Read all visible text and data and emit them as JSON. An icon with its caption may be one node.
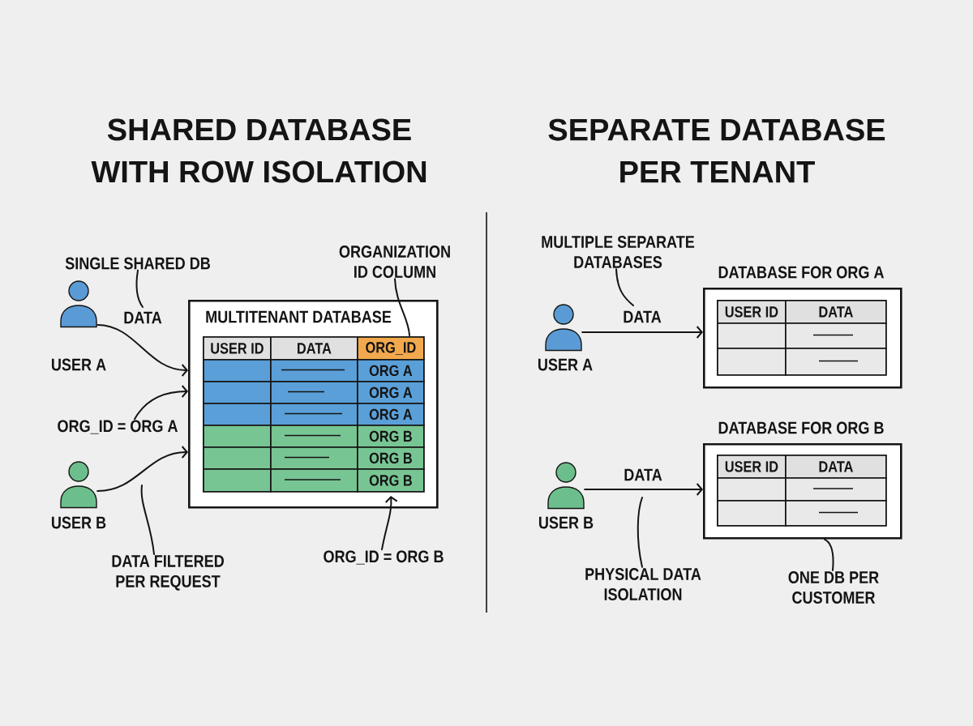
{
  "diagram": {
    "nodes": [
      {
        "text": [
          "SINGLE SHARED DB"
        ]
      },
      {
        "text": [
          "ORGANIZATION ID COLUMN"
        ]
      },
      {
        "text": [],
        "shape": "person",
        "beside": [
          "USER A"
        ]
      },
      {
        "text": [
          "MULTITENANT DATABASE"
        ]
      },
      {
        "text": [
          "ORG_ID = ORG A"
        ]
      },
      {
        "text": [],
        "shape": "person",
        "beside": [
          "USER B"
        ]
      },
      {
        "text": [
          "DATA FILTERED PER REQUEST"
        ]
      },
      {
        "text": [
          "ORG_ID = ORG B"
        ]
      },
      {
        "text": [
          "MULTIPLE SEPARATE DATABASES"
        ]
      },
      {
        "text": [],
        "shape": "person",
        "beside": [
          "USER A"
        ]
      },
      {
        "text": [
          "DATABASE FOR ORG A"
        ]
      },
      {
        "text": [],
        "shape": "person",
        "beside": [
          "USER B"
        ]
      },
      {
        "text": [
          "DATABASE FOR ORG B"
        ]
      },
      {
        "text": [
          "PHYSICAL DATA ISOLATION"
        ]
      },
      {
        "text": [
          "ONE DB PER CUSTOMER"
        ]
      }
    ],
    "edges": [
      {
        "from": 2,
        "to": 3,
        "arrow": "to",
        "label": "DATA"
      },
      {
        "from": 4,
        "to": 3,
        "arrow": "to"
      },
      {
        "from": 5,
        "to": 3,
        "arrow": "to"
      },
      {
        "from": 0,
        "to": null,
        "arrow": "none"
      },
      {
        "from": 6,
        "to": null,
        "arrow": "none"
      },
      {
        "from": 1,
        "to": 3,
        "arrow": "none"
      },
      {
        "from": 7,
        "to": 3,
        "arrow": "to"
      },
      {
        "from": 9,
        "to": 10,
        "arrow": "to",
        "label": "DATA"
      },
      {
        "from": 11,
        "to": 12,
        "arrow": "to",
        "label": "DATA"
      },
      {
        "from": 8,
        "to": null,
        "arrow": "none"
      },
      {
        "from": 13,
        "to": null,
        "arrow": "none"
      },
      {
        "from": 14,
        "to": 12,
        "arrow": "none"
      }
    ],
    "labels": [
      "SHARED DATABASE WITH ROW ISOLATION",
      "SEPARATE DATABASE PER TENANT",
      "USER ID",
      "DATA",
      "ORG_ID",
      "ORG A",
      "ORG A",
      "ORG A",
      "ORG B",
      "ORG B",
      "ORG B",
      "USER ID",
      "DATA",
      "USER ID",
      "DATA"
    ]
  }
}
